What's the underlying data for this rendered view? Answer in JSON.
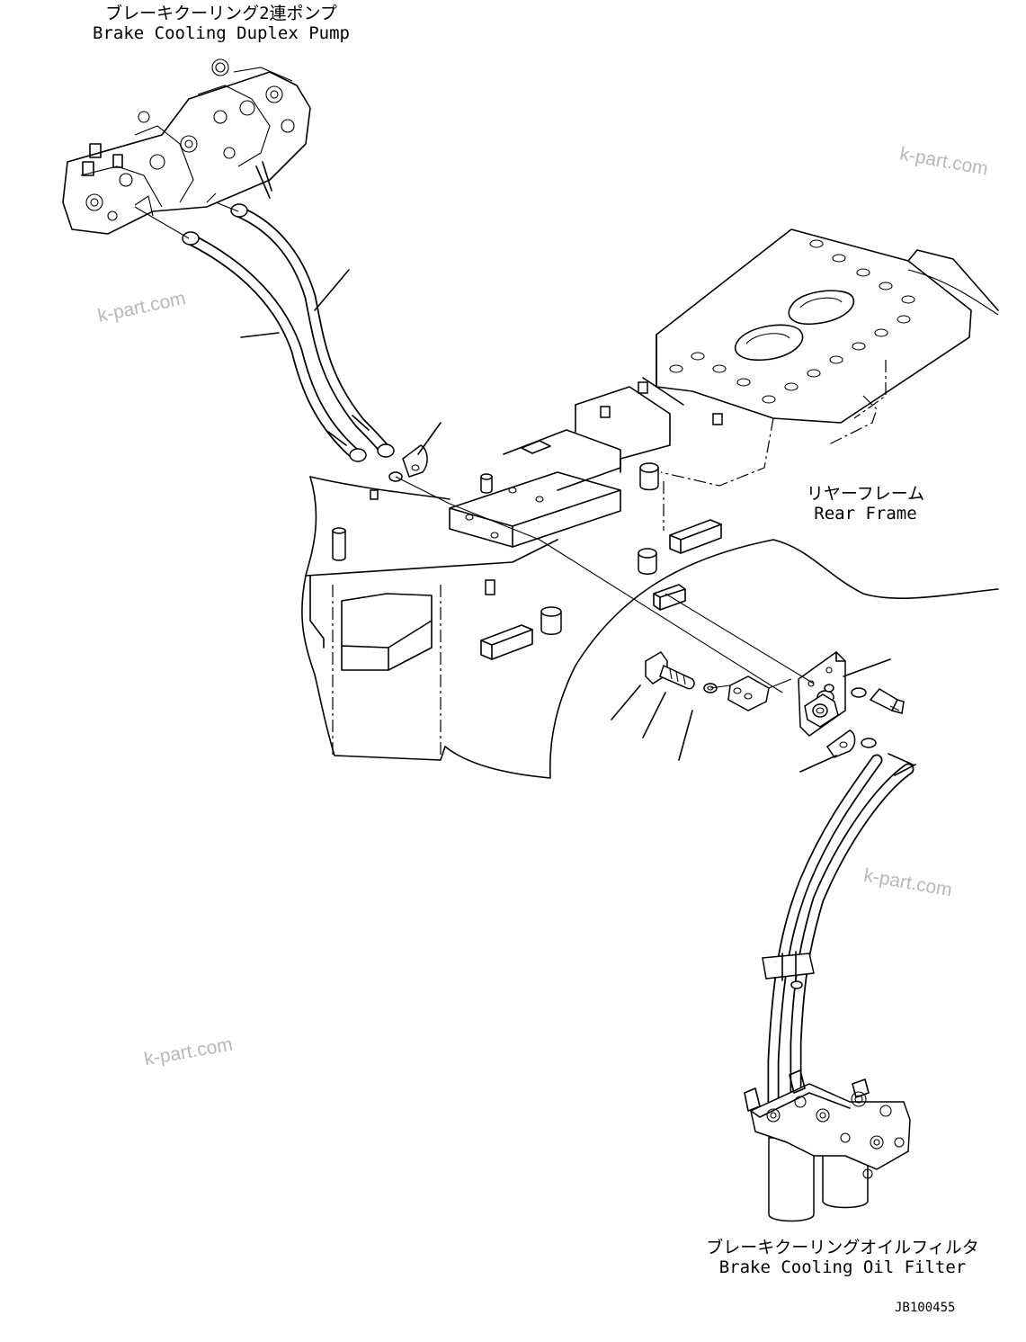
{
  "labels": {
    "duplex_pump": {
      "jp": "ブレーキクーリング2連ポンプ",
      "en": "Brake Cooling Duplex Pump"
    },
    "rear_frame": {
      "jp": "リヤーフレーム",
      "en": "Rear Frame"
    },
    "oil_filter": {
      "jp": "ブレーキクーリングオイルフィルタ",
      "en": "Brake Cooling Oil Filter"
    }
  },
  "watermarks": [
    "k-part.com",
    "k-part.com",
    "k-part.com",
    "k-part.com"
  ],
  "drawing_code": "JB100455"
}
